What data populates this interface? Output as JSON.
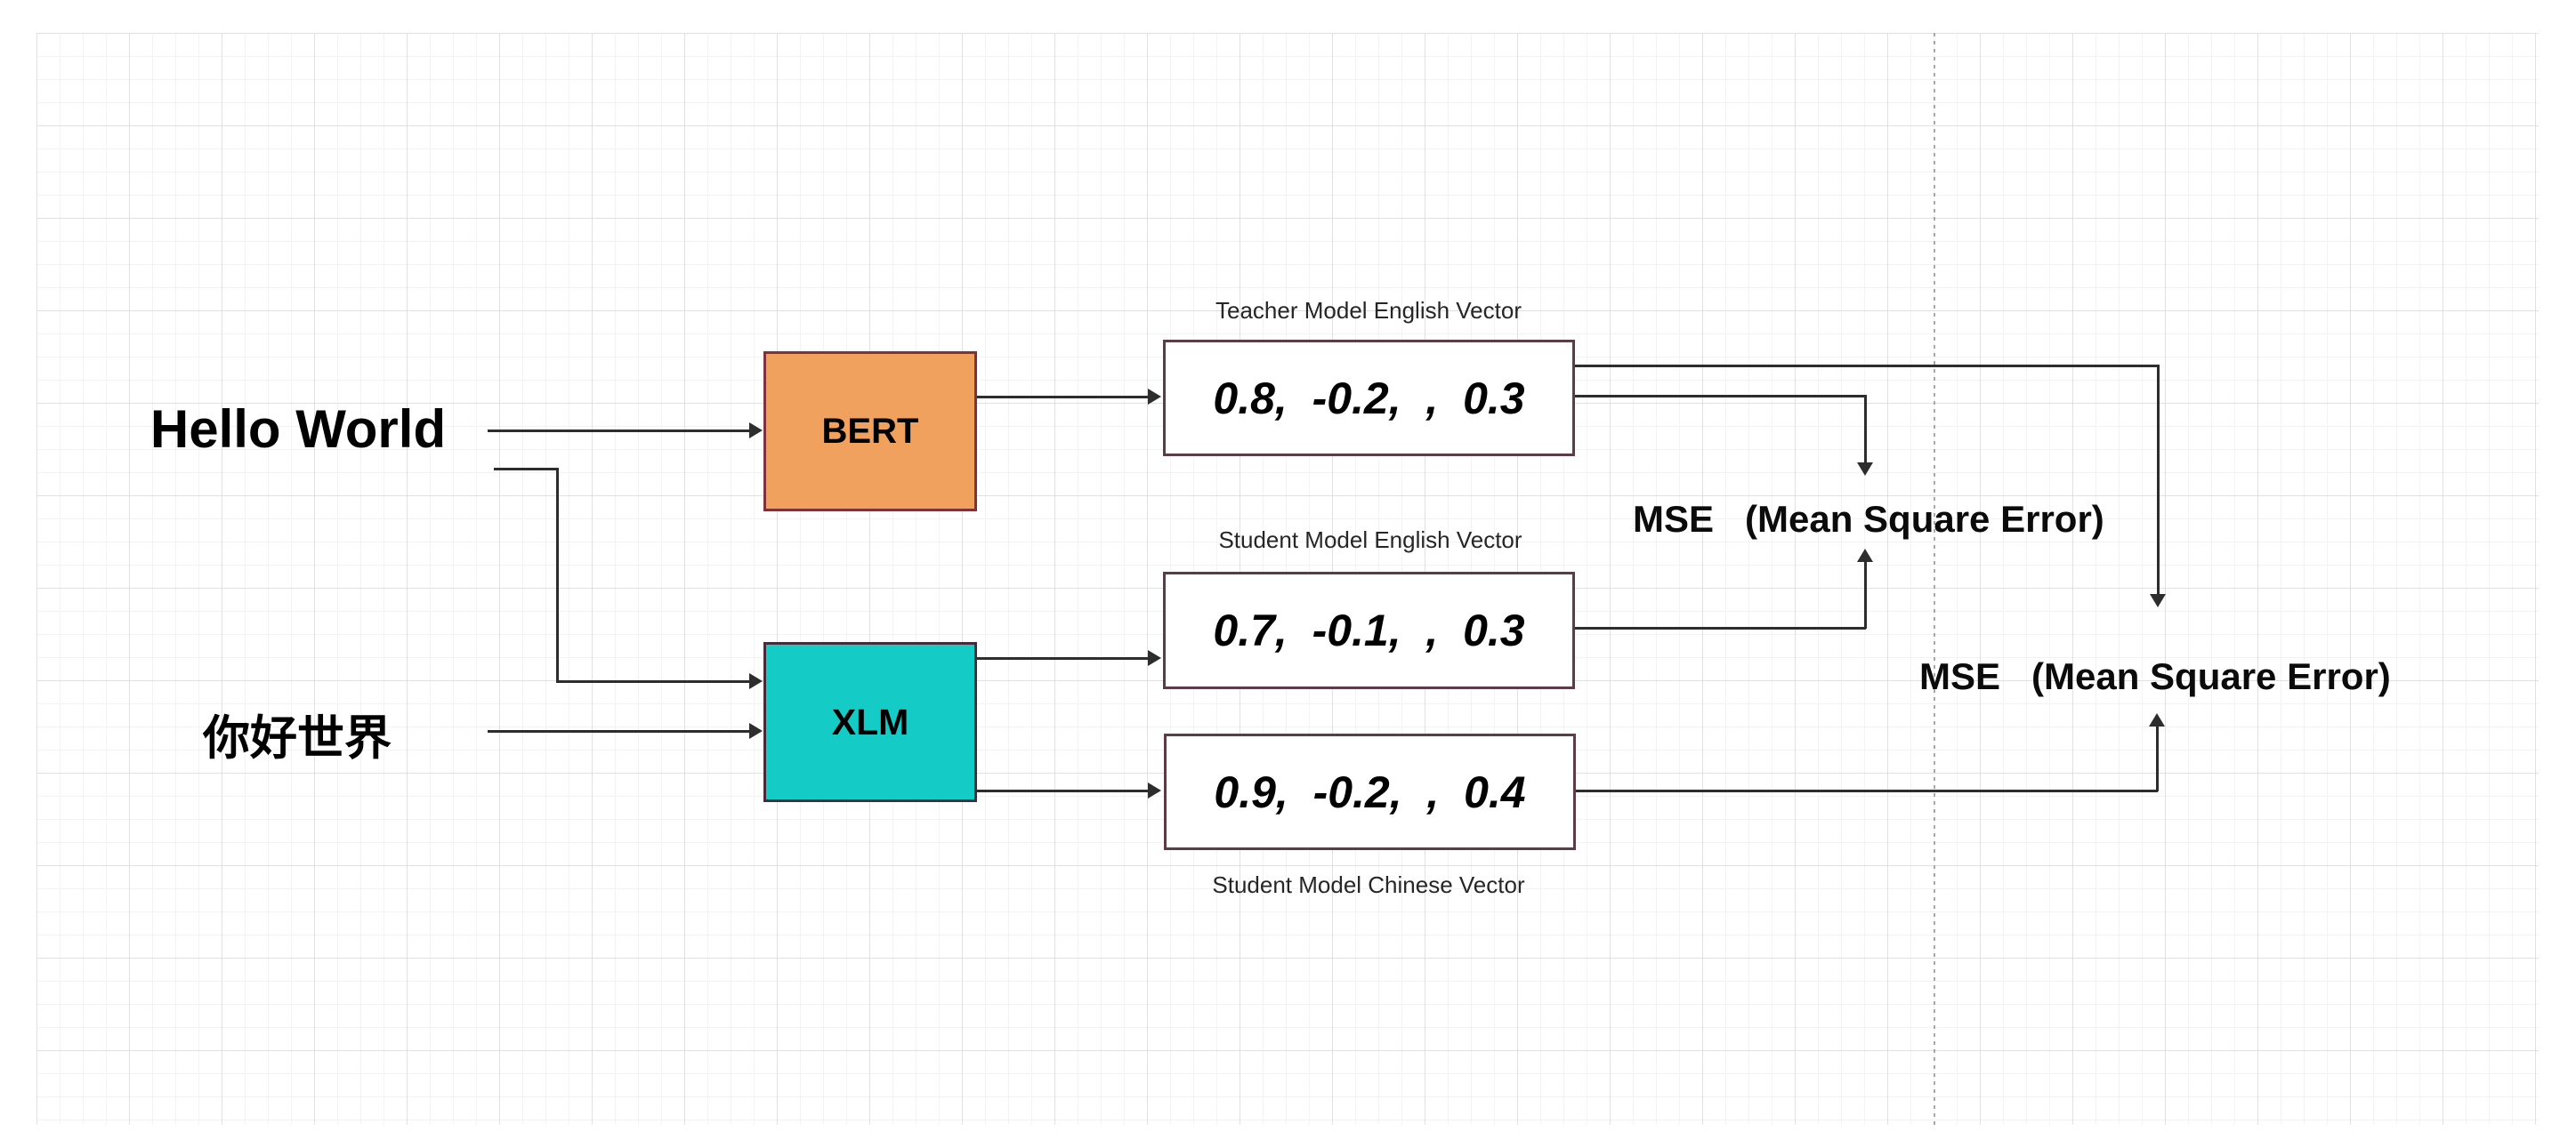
{
  "diagram": {
    "inputs": {
      "english_sentence": "Hello World",
      "chinese_sentence": "你好世界"
    },
    "models": {
      "bert": {
        "label": "BERT",
        "fill": "#F1A15E",
        "stroke": "#7E323C"
      },
      "xlm": {
        "label": "XLM",
        "fill": "#15CBC5",
        "stroke": "#462A38"
      }
    },
    "vectors": {
      "teacher_english": {
        "caption": "Teacher Model English Vector",
        "value": "0.8,  -0.2,  ,  0.3"
      },
      "student_english": {
        "caption": "Student Model English Vector",
        "value": "0.7,  -0.1,  ,  0.3"
      },
      "student_chinese": {
        "caption": "Student Model Chinese Vector",
        "value": "0.9,  -0.2,  ,  0.4"
      }
    },
    "loss_labels": {
      "mse_english": "MSE   (Mean Square Error)",
      "mse_chinese": "MSE   (Mean Square Error)"
    },
    "colors": {
      "background": "#FFFFFF",
      "grid_minor": "#F5F2F4",
      "grid_major": "#E2DFE1",
      "dashed_guide": "#A8A8A8",
      "vector_box_fill": "#FFFFFF",
      "vector_box_stroke": "#5D3B49",
      "edge": "#2D2D2D"
    }
  }
}
